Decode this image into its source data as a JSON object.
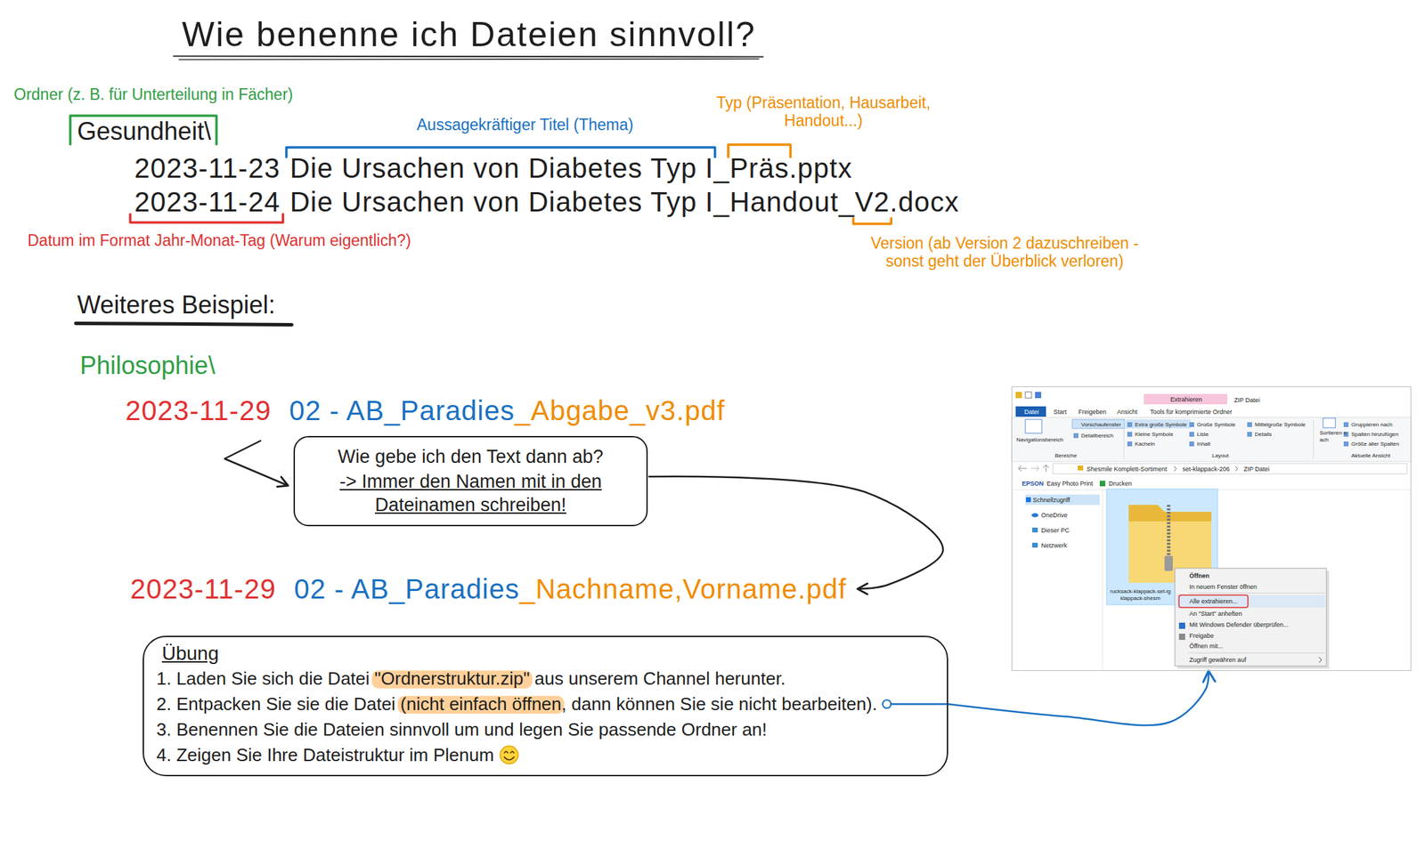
{
  "diagram": {
    "title": "Wie benenne ich Dateien sinnvoll?",
    "nodes": [
      {
        "text": [
          "Wie gebe ich den Text dann ab?",
          "-> Immer den Namen mit in den Dateinamen schreiben!"
        ]
      },
      {
        "text": [
          "Übung",
          "1. Laden Sie sich die Datei \"Ordnerstruktur.zip\" aus unserem Channel herunter.",
          "2. Entpacken Sie sie die Datei (nicht einfach öffnen, dann können Sie sie nicht bearbeiten).",
          "3. Benennen Sie die Dateien sinnvoll um und legen Sie passende Ordner an!",
          "4. Zeigen Sie Ihre Dateistruktur im Plenum"
        ]
      },
      {
        "text": [
          "Extrahieren",
          "ZIP Datei",
          "Datei",
          "Start",
          "Freigeben",
          "Ansicht",
          "Tools für komprimierte Ordner",
          "Vorschaufenster",
          "Navigationsbereich",
          "Detailbereich",
          "Extra große Symbole",
          "Große Symbole",
          "Mittelgroße Symbole",
          "Kleine Symbole",
          "Liste",
          "Details",
          "Kacheln",
          "Inhalt",
          "Sortieren nach",
          "Gruppieren nach",
          "Spalten hinzufügen",
          "Größe aller Spalten",
          "Bereiche",
          "Layout",
          "Aktuelle Ansicht",
          "Shesmile Komplett-Sortiment",
          "set-klappack-206",
          "ZIP Datei",
          "EPSON",
          "Easy Photo Print",
          "Drucken",
          "Schnellzugriff",
          "OneDrive",
          "Dieser PC",
          "Netzwerk",
          "rucksack-klappack-set-igklappack-shesm",
          "Öffnen",
          "In neuem Fenster öffnen",
          "Alle extrahieren...",
          "An \"Start\" anheften",
          "Mit Windows Defender überprüfen...",
          "Freigabe",
          "Öffnen mit...",
          "Zugriff gewähren auf"
        ]
      }
    ],
    "edges": [
      {
        "from": 1,
        "to": 2,
        "arrow": "to"
      }
    ],
    "labels": [
      "Ordner (z. B. für Unterteilung in Fächer)",
      "Gesundheit\\",
      "Aussagekräftiger Titel (Thema)",
      "Typ (Präsentation, Hausarbeit, Handout...)",
      "2023-11-23",
      "Die Ursachen von Diabetes Typ I",
      "_",
      "Präs",
      ".pptx",
      "2023-11-24",
      "Die Ursachen von Diabetes Typ I",
      "_Handout_",
      "V2",
      ".docx",
      "Datum im Format Jahr-Monat-Tag (Warum eigentlich?)",
      "Version (ab Version 2 dazuschreiben - sonst geht der Überblick verloren)",
      "Weiteres Beispiel:",
      "Philosophie\\",
      "2023-11-29",
      "02 - AB_Paradies",
      "_Abgabe_v3.pdf",
      "2023-11-29",
      "02 - AB_Paradies",
      "_Nachname,Vorname.pdf"
    ]
  }
}
